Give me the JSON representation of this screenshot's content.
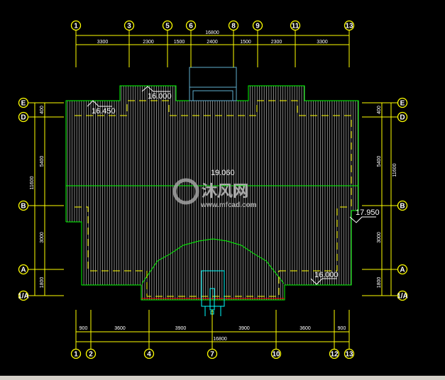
{
  "colors": {
    "background": "#000000",
    "axis": "#ffff00",
    "roof_outline": "#00ff00",
    "hatch": "#a0a0a0",
    "wall_dashed": "#ffff00",
    "tower": "#00ffff",
    "ridge_red": "#ff0000",
    "text": "#ffffff"
  },
  "top_axes": {
    "labels": [
      "1",
      "3",
      "5",
      "6",
      "8",
      "9",
      "11",
      "13"
    ],
    "total": "16800",
    "segments": [
      "3300",
      "2300",
      "1500",
      "2400",
      "1500",
      "2300",
      "3300"
    ]
  },
  "bottom_axes": {
    "labels": [
      "1",
      "2",
      "4",
      "7",
      "10",
      "12",
      "13"
    ],
    "total": "16800",
    "segments": [
      "900",
      "3600",
      "3900",
      "3900",
      "3600",
      "900"
    ]
  },
  "left_axes": {
    "labels": [
      "E",
      "D",
      "B",
      "A",
      "1/A"
    ],
    "total": "11600",
    "segments": [
      "400",
      "5400",
      "3000",
      "1800"
    ]
  },
  "right_axes": {
    "labels": [
      "E",
      "D",
      "B",
      "A",
      "1/A"
    ],
    "total": "11600",
    "segments": [
      "400",
      "5400",
      "3000",
      "1800"
    ]
  },
  "elevations": [
    "16.450",
    "16.000",
    "19.060",
    "17.950",
    "16.000"
  ],
  "watermark": {
    "name": "沐风网",
    "url": "www.mfcad.com"
  }
}
